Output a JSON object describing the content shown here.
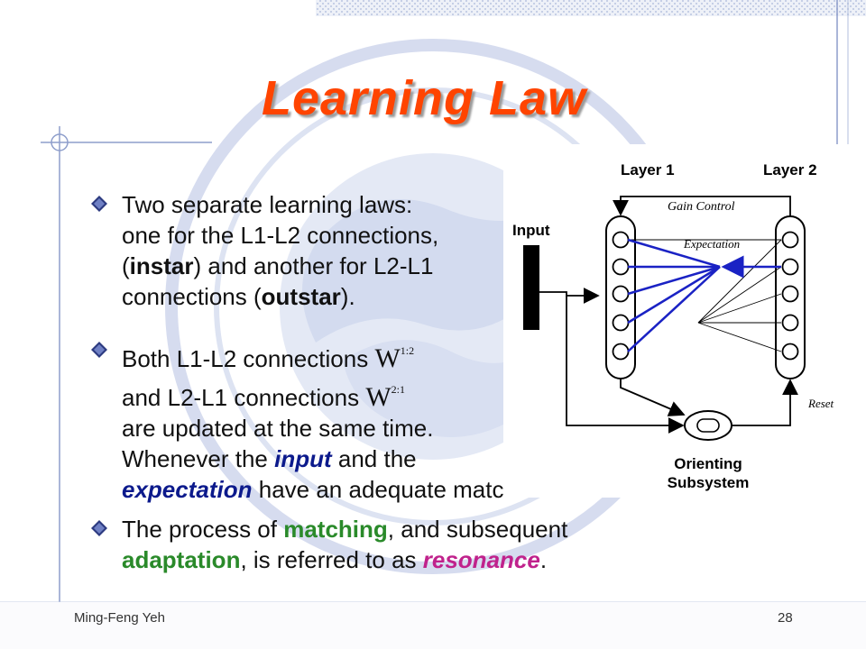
{
  "title": "Learning Law",
  "bullets": {
    "b1": {
      "line1": "Two separate learning laws:",
      "line2": "one for the L1-L2 connections,",
      "line3_open": "(",
      "line3_bold": "instar",
      "line3_rest": ") and another for L2-L1",
      "line4_start": "connections (",
      "line4_bold": "outstar",
      "line4_end": ")."
    },
    "b2": {
      "line1": "Both L1-L2 connections",
      "w12_base": "W",
      "w12_sup": "1:2",
      "line2": "and L2-L1 connections",
      "w21_base": "W",
      "w21_sup": "2:1",
      "line3": "are updated at the same time.",
      "line4_start": "Whenever the",
      "line4_em": "input",
      "line4_end": "and the",
      "line5_em": "expectation",
      "line5_end": "have an adequate match."
    },
    "b3": {
      "line1": "The process of",
      "line1_em": "matching",
      "line1_end": ", and subsequent",
      "line2_em": "adaptation",
      "line2_mid": ", is referred to as",
      "line2_em2": "resonance",
      "line2_end": "."
    }
  },
  "diagram": {
    "layer1": "Layer 1",
    "layer2": "Layer 2",
    "input": "Input",
    "gain_control": "Gain Control",
    "expectation": "Expectation",
    "reset": "Reset",
    "orienting_line1": "Orienting",
    "orienting_line2": "Subsystem"
  },
  "footer": {
    "author": "Ming-Feng Yeh",
    "page": "28"
  },
  "colors": {
    "title": "#ff4400",
    "emphasis_input": "#0c1a8c",
    "emphasis_matching": "#2a8a2a",
    "emphasis_resonance": "#c0228c",
    "bullet": "#2c3a80",
    "decoration": "#8e9ecb",
    "watermark": "#c9d2ea",
    "diagram_blue": "#1a22c4"
  }
}
